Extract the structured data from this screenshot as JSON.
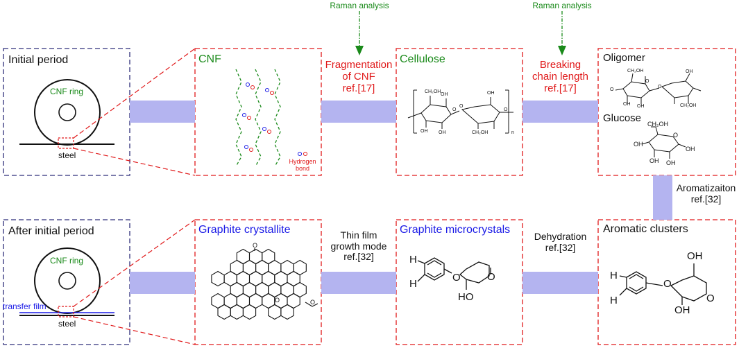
{
  "raman": {
    "left": "Raman analysis",
    "right": "Raman analysis"
  },
  "top_row": {
    "initial_period": {
      "title": "Initial period",
      "ring_label": "CNF ring",
      "substrate_label": "steel"
    },
    "cnf": {
      "title": "CNF",
      "hydrogen_bond_line1": "Hydrogen",
      "hydrogen_bond_line2": "bond"
    },
    "step1": {
      "line1": "Fragmentation",
      "line2": "of CNF",
      "line3": "ref.[17]"
    },
    "cellulose": {
      "title": "Cellulose",
      "ch2oh_a": "CH₂OH",
      "ch2oh_b": "CH₂OH",
      "oh_a": "OH",
      "oh_b": "OH",
      "oh_c": "OH",
      "oh_d": "OH",
      "o_a": "O",
      "o_b": "O",
      "o_c": "O",
      "subscript_n": "n"
    },
    "step2": {
      "line1": "Breaking",
      "line2": "chain length",
      "line3": "ref.[17]"
    },
    "oligomer_glucose": {
      "oligomer_title": "Oligomer",
      "glucose_title": "Glucose",
      "olig_ch2oh_a": "CH₂OH",
      "olig_ch2oh_b": "CH₂OH",
      "olig_oh_a": "OH",
      "olig_oh_b": "OH",
      "olig_oh_c": "OH",
      "olig_o_a": "O",
      "olig_o_b": "O",
      "olig_o_c": "O",
      "glu_ch2oh": "CH₂OH",
      "glu_oh_a": "OH",
      "glu_oh_b": "OH",
      "glu_oh_c": "OH",
      "glu_oh_d": "OH",
      "glu_o": "O"
    }
  },
  "vertical_step": {
    "line1": "Aromatizaiton",
    "line2": "ref.[32]"
  },
  "bottom_row": {
    "after_initial_period": {
      "title": "After initial period",
      "ring_label": "CNF ring",
      "film_label": "transfer film",
      "substrate_label": "steel"
    },
    "graphite_crystallite": {
      "title": "Graphite crystallite",
      "o_carbonyl": "O",
      "o_ring": "O",
      "o_methoxy": "O"
    },
    "step3": {
      "line1": "Thin film",
      "line2": "growth mode",
      "line3": "ref.[32]"
    },
    "graphite_microcrystals": {
      "title": "Graphite microcrystals",
      "h_a": "H",
      "h_b": "H",
      "o_ether": "O",
      "o_ring": "O",
      "ho": "HO"
    },
    "step4": {
      "line1": "Dehydration",
      "line2": "ref.[32]"
    },
    "aromatic_clusters": {
      "title": "Aromatic clusters",
      "h_a": "H",
      "h_b": "H",
      "o_ether": "O",
      "o_ring": "O",
      "oh_top": "OH",
      "oh_bottom": "OH"
    }
  },
  "colors": {
    "navy_dash": "#2e2e7a",
    "red_dash": "#e0191a",
    "arrow_band": "#b4b4f0",
    "raman_arrow": "#1a8a1a",
    "film_blue": "#1a1ae6"
  }
}
